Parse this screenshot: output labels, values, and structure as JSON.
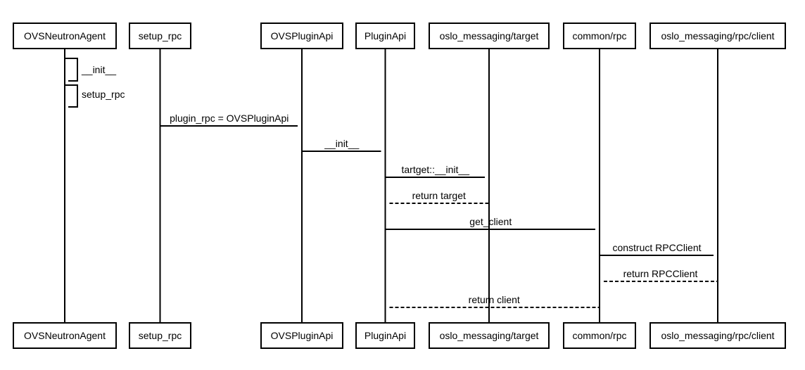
{
  "participants": [
    {
      "id": "agent",
      "label": "OVSNeutronAgent"
    },
    {
      "id": "setup",
      "label": "setup_rpc"
    },
    {
      "id": "ovsapi",
      "label": "OVSPluginApi"
    },
    {
      "id": "papi",
      "label": "PluginApi"
    },
    {
      "id": "target",
      "label": "oslo_messaging/target"
    },
    {
      "id": "rpc",
      "label": "common/rpc"
    },
    {
      "id": "client",
      "label": "oslo_messaging/rpc/client"
    }
  ],
  "messages": [
    {
      "id": "init-self",
      "from": "agent",
      "to": "agent",
      "label": "__init__",
      "style": "self"
    },
    {
      "id": "setup-rpc-self",
      "from": "agent",
      "to": "agent",
      "label": "setup_rpc",
      "style": "self"
    },
    {
      "id": "plugin-rpc",
      "from": "setup",
      "to": "ovsapi",
      "label": "plugin_rpc = OVSPluginApi",
      "style": "solid"
    },
    {
      "id": "init-call",
      "from": "ovsapi",
      "to": "papi",
      "label": "__init__",
      "style": "solid"
    },
    {
      "id": "target-init",
      "from": "papi",
      "to": "target",
      "label": "tartget::__init__",
      "style": "solid"
    },
    {
      "id": "return-target",
      "from": "target",
      "to": "papi",
      "label": "return target",
      "style": "dashed"
    },
    {
      "id": "get-client",
      "from": "papi",
      "to": "rpc",
      "label": "get_client",
      "style": "solid"
    },
    {
      "id": "construct-client",
      "from": "rpc",
      "to": "client",
      "label": "construct RPCClient",
      "style": "solid"
    },
    {
      "id": "return-rpcclient",
      "from": "client",
      "to": "rpc",
      "label": "return RPCClient",
      "style": "dashed"
    },
    {
      "id": "return-client",
      "from": "rpc",
      "to": "papi",
      "label": "return client",
      "style": "dashed"
    }
  ]
}
